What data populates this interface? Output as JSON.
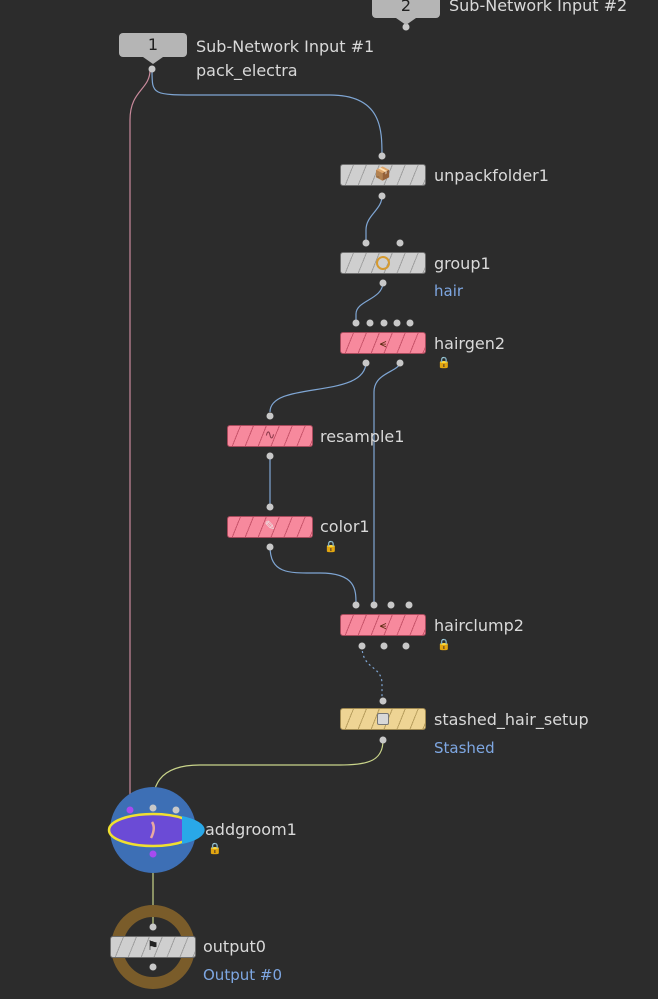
{
  "subnet_inputs": [
    {
      "number": "1",
      "label": "Sub-Network Input #1",
      "comment": "pack_electra"
    },
    {
      "number": "2",
      "label": "Sub-Network Input #2"
    }
  ],
  "nodes": {
    "unpackfolder1": {
      "name": "unpackfolder1",
      "icon": "unpack-folder-icon"
    },
    "group1": {
      "name": "group1",
      "comment": "hair",
      "icon": "group-ring-icon"
    },
    "hairgen2": {
      "name": "hairgen2",
      "icon": "hair-generate-icon"
    },
    "resample1": {
      "name": "resample1",
      "icon": "resample-wave-icon"
    },
    "color1": {
      "name": "color1",
      "icon": "paint-tube-icon"
    },
    "hairclump2": {
      "name": "hairclump2",
      "icon": "hair-clump-icon"
    },
    "stashed_hair_setup": {
      "name": "stashed_hair_setup",
      "comment": "Stashed",
      "icon": "stash-box-icon"
    },
    "addgroom1": {
      "name": "addgroom1",
      "icon": "groom-feather-icon"
    },
    "output0": {
      "name": "output0",
      "comment": "Output #0",
      "icon": "checkered-flag-icon"
    }
  },
  "colors": {
    "background": "#2c2c2c",
    "wire_blue": "#7fa6d4",
    "wire_pink": "#c98a9c",
    "wire_yellow": "#c9d48a",
    "node_gray": "#cfcfcf",
    "node_pink": "#f7899d",
    "node_yellow": "#eed494",
    "comment_blue": "#7ea7e2",
    "addgroom_ring": "#3d6fb5",
    "output_ring": "#7a5c2a"
  }
}
